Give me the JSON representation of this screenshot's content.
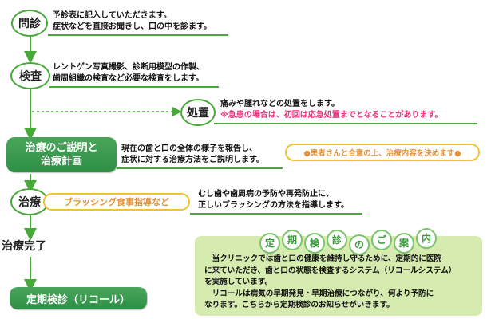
{
  "steps": {
    "monshin": {
      "label": "問診",
      "lines": [
        "予診表に記入していただきます。",
        "症状などを直接お聞きし、口の中を診ます。"
      ]
    },
    "kensa": {
      "label": "検査",
      "lines": [
        "レントゲン写真撮影、診断用模型の作製、",
        "歯周組織の検査など必要な検査をします。"
      ]
    },
    "shochi": {
      "label": "処置",
      "line1": "痛みや腫れなどの処置をします。",
      "note": "※急患の場合は、初回は応急処置までとなることがあります。"
    },
    "setsumei": {
      "label_line1": "治療のご説明と",
      "label_line2": "治療計画",
      "lines": [
        "現在の歯と口の全体の様子を報告し、",
        "症状に対する治療方法をご説明します。"
      ],
      "pill": "●患者さんと合意の上、治療内容を決めます●"
    },
    "chiryo": {
      "label": "治療",
      "pill": "ブラッシング食事指導など",
      "lines": [
        "むし歯や歯周病の予防や再発防止に、",
        "正しいブラッシングの方法を指導します。"
      ]
    },
    "kanryo": {
      "label": "治療完了"
    },
    "teiki": {
      "label": "定期検診（リコール）"
    }
  },
  "guide": {
    "title_chars": [
      "定",
      "期",
      "検",
      "診",
      "の",
      "ご",
      "案",
      "内"
    ],
    "lines": [
      "　当クリニックでは歯と口の健康を維持し守るために、定期的に医院",
      "に来ていただき、歯と口の状態を検査するシステム（リコールシステム）",
      "を実施しています。",
      "　リコールは病気の早期発見・早期治療につながり、何より予防に",
      "なります。こちらから定期検診のお知らせがいきます。"
    ]
  },
  "colors": {
    "green": "#48a83a",
    "box_green": "#2e8f47",
    "note_red": "#e8327a",
    "pill_border": "#f1c232",
    "pill_text": "#e69138",
    "guide_bg": "#d6ebb0"
  }
}
